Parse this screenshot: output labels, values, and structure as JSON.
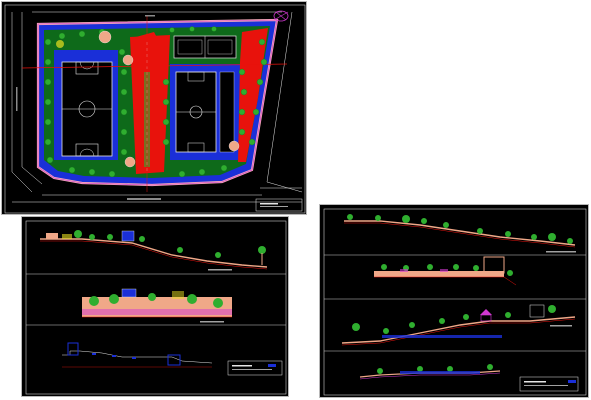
{
  "drawing": {
    "plan_top_label": "",
    "plan_bottom_label": "",
    "plan_left_label": "",
    "title_block_text": "",
    "colors": {
      "background": "#000000",
      "sheet_border": "#b8b8b8",
      "white_line": "#e6e6e6",
      "red": "#e8120c",
      "blue": "#1a2fd8",
      "green": "#2fae2f",
      "dark_green": "#0e6a1a",
      "pink": "#f4a7b8",
      "magenta": "#d238d2",
      "salmon": "#f0a888",
      "yellow": "#e8e020",
      "cyan": "#20c8e0"
    },
    "sheets": [
      {
        "id": "site-plan",
        "kind": "plan"
      },
      {
        "id": "sections-left",
        "kind": "sections"
      },
      {
        "id": "sections-right",
        "kind": "sections"
      }
    ]
  }
}
